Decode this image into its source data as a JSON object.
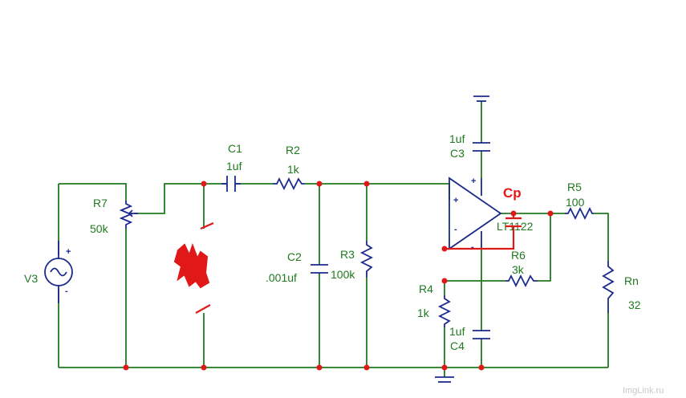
{
  "colors": {
    "wire": "#1f7a1f",
    "component": "#1a2a8c",
    "annotation": "#e01818",
    "label": "#1f7a1f"
  },
  "components": {
    "v3": {
      "name": "V3",
      "plus": "+",
      "minus": "-"
    },
    "r7": {
      "name": "R7",
      "value": "50k"
    },
    "c1": {
      "name": "C1",
      "value": "1uf"
    },
    "r2": {
      "name": "R2",
      "value": "1k"
    },
    "c2": {
      "name": "C2",
      "value": ".001uf"
    },
    "r3": {
      "name": "R3",
      "value": "100k"
    },
    "c3": {
      "name": "C3",
      "value": "1uf"
    },
    "u1": {
      "name": "LT1122",
      "in_plus": "+",
      "in_minus": "-",
      "sup_plus": "+",
      "sup_minus": "-"
    },
    "r5": {
      "name": "R5",
      "value": "100"
    },
    "r6": {
      "name": "R6",
      "value": "3k"
    },
    "r4": {
      "name": "R4",
      "value": "1k"
    },
    "c4": {
      "name": "C4",
      "value": "1uf"
    },
    "rn": {
      "name": "Rn",
      "value": "32"
    }
  },
  "annotations": {
    "cp_label": "Cp"
  },
  "watermark": "ImgLink.ru"
}
